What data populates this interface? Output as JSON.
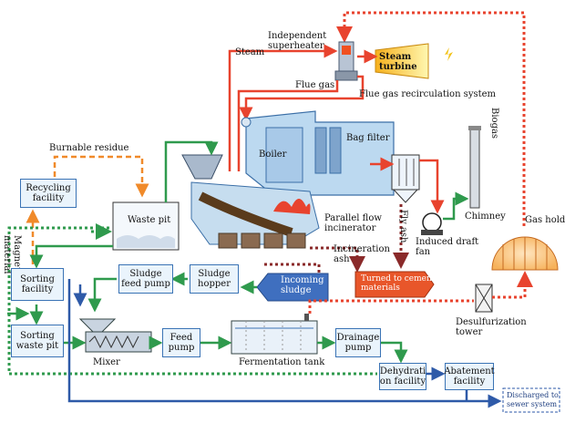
{
  "labels": {
    "independent_superheater": "Independent\nsuperheater",
    "steam": "Steam",
    "steam_turbine": "Steam\nturbine",
    "flue_gas": "Flue gas",
    "flue_gas_recirculation": "Flue gas recirculation system",
    "biogas": "Biogas",
    "burnable_residue": "Burnable residue",
    "boiler": "Boiler",
    "bag_filter": "Bag filter",
    "recycling_facility": "Recycling\nfacility",
    "waste_pit": "Waste pit",
    "parallel_flow_incinerator": "Parallel flow\nincinerator",
    "fly_ash": "Fly ash",
    "chimney": "Chimney",
    "gas_holder": "Gas holder",
    "induced_draft_fan": "Induced draft\nfan",
    "magnetic_material": "Magnetic\nmaterial",
    "incineration_ash": "Incineration\nash",
    "sludge_feed_pump": "Sludge\nfeed pump",
    "sludge_hopper": "Sludge\nhopper",
    "incoming_sludge": "Incoming\nsludge",
    "turned_to_cement": "Turned to cement\nmaterials",
    "sorting_facility": "Sorting\nfacility",
    "sorting_waste_pit": "Sorting\nwaste pit",
    "mixer": "Mixer",
    "feed_pump": "Feed\npump",
    "fermentation_tank": "Fermentation tank",
    "drainage_pump": "Drainage\npump",
    "desulfurization_tower": "Desulfurization\ntower",
    "dehydration_facility": "Dehydrati\non facility",
    "abatement_facility": "Abatement\nfacility",
    "discharged_to_sewer": "Discharged to\nsewer system"
  },
  "colors": {
    "red": "#e8432e",
    "orange": "#f08a2a",
    "green": "#2f9a4d",
    "blue": "#2e5aa8",
    "maroon": "#8a2a2a",
    "box_fill": "#eaf4fc",
    "box_border": "#3a73b5"
  }
}
